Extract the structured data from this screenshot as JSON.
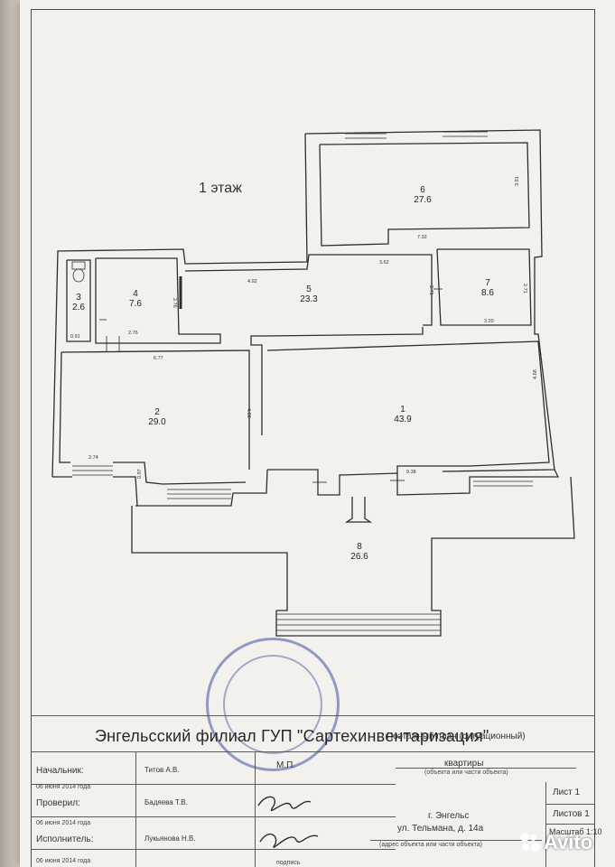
{
  "floor_label": "1 этаж",
  "rooms": [
    {
      "num": "1",
      "area": "43.9"
    },
    {
      "num": "2",
      "area": "29.0"
    },
    {
      "num": "3",
      "area": "2.6"
    },
    {
      "num": "4",
      "area": "7.6"
    },
    {
      "num": "5",
      "area": "23.3"
    },
    {
      "num": "6",
      "area": "27.6"
    },
    {
      "num": "7",
      "area": "8.6"
    },
    {
      "num": "8",
      "area": "26.6"
    }
  ],
  "dimensions": {
    "d_3_91": "3.91",
    "d_7_32": "7.32",
    "d_3_62": "3.62",
    "d_4_92": "4.92",
    "d_2_76a": "2.76",
    "d_0_91": "0.91",
    "d_2_76b": "2.76",
    "d_6_77": "6.77",
    "d_2_71a": "2.71",
    "d_2_71b": "2.71",
    "d_3_20": "3.20",
    "d_4_68": "4.68",
    "d_4_60": "4.60",
    "d_2_74": "2.74",
    "d_0_97": "0.97",
    "d_9_38": "9.38"
  },
  "title_block": {
    "organization": "Энгельсский филиал ГУП \"Сартехинвентаризация\"",
    "plan_title": "Поэтажный план (ситуационный)",
    "object": "квартиры",
    "object_caption": "(объекта или части объекта)",
    "address_city": "г. Энгельс",
    "address_street": "ул. Тельмана, д. 14а",
    "address_caption": "(адрес объекта или части объекта)",
    "sheet": "Лист 1",
    "sheets": "Листов 1",
    "scale": "Масштаб 1:10",
    "head_label": "Начальник:",
    "head_name": "Титов А.В.",
    "head_date": "06 июня 2014 года",
    "checked_label": "Проверил:",
    "checked_name": "Бадяева Т.В.",
    "checked_date": "06 июня 2014 года",
    "executor_label": "Исполнитель:",
    "executor_name": "Лукьянова Н.В.",
    "executor_date": "06 июня 2014 года",
    "mp": "М.П.",
    "signature_caption": "подпись"
  },
  "watermark": "Avito"
}
